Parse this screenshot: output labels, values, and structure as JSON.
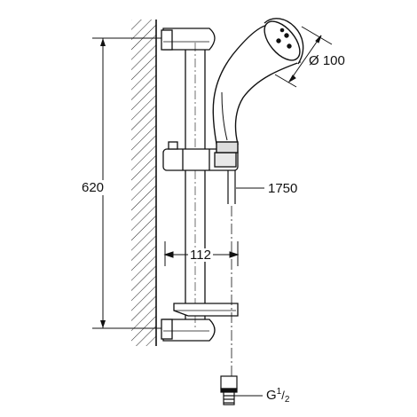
{
  "dimensions": {
    "rail_length": "620",
    "hose_length": "1750",
    "spacing": "112",
    "head_diameter": "Ø 100"
  },
  "thread": {
    "prefix": "G",
    "numerator": "1",
    "denominator": "2"
  }
}
